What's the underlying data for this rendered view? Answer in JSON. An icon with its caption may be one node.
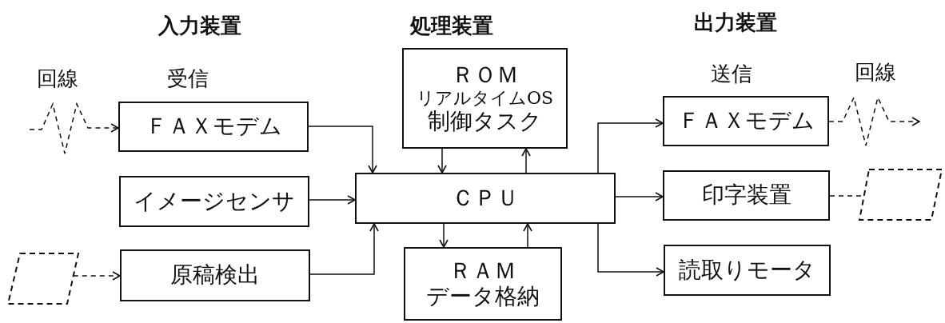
{
  "diagram": {
    "nodes": [
      {
        "text": [
          "ＦＡＸモデム"
        ],
        "beside": [
          "受信"
        ]
      },
      {
        "text": [
          "イメージセンサ"
        ]
      },
      {
        "text": [
          "原稿検出"
        ]
      },
      {
        "text": [
          "ＲＯＭ",
          "リアルタイムOS",
          "制御タスク"
        ]
      },
      {
        "text": [
          "ＣＰＵ"
        ]
      },
      {
        "text": [
          "ＲＡＭ",
          "データ格納"
        ]
      },
      {
        "text": [
          "ＦＡＸモデム"
        ],
        "beside": [
          "送信"
        ]
      },
      {
        "text": [
          "印字装置"
        ]
      },
      {
        "text": [
          "読取りモータ"
        ]
      },
      {
        "text": [],
        "shape": "parallelogram"
      },
      {
        "text": [],
        "shape": "parallelogram"
      }
    ],
    "edges": [
      {
        "from": null,
        "to": 0,
        "arrow": "to",
        "style": "dashed"
      },
      {
        "from": 9,
        "to": 2,
        "arrow": "to",
        "style": "dashed"
      },
      {
        "from": 0,
        "to": 4,
        "arrow": "to"
      },
      {
        "from": 1,
        "to": 4,
        "arrow": "to"
      },
      {
        "from": 2,
        "to": 4,
        "arrow": "to"
      },
      {
        "from": 3,
        "to": 4,
        "arrow": "to"
      },
      {
        "from": 4,
        "to": 3,
        "arrow": "to"
      },
      {
        "from": 4,
        "to": 5,
        "arrow": "to"
      },
      {
        "from": 5,
        "to": 4,
        "arrow": "to"
      },
      {
        "from": 4,
        "to": 6,
        "arrow": "to"
      },
      {
        "from": 4,
        "to": 7,
        "arrow": "to"
      },
      {
        "from": 4,
        "to": 8,
        "arrow": "to"
      },
      {
        "from": 6,
        "to": null,
        "arrow": "to",
        "style": "dashed"
      },
      {
        "from": 7,
        "to": 10,
        "arrow": "none",
        "style": "dashed"
      }
    ],
    "labels": [
      "入力装置",
      "処理装置",
      "出力装置",
      "回線",
      "回線"
    ]
  }
}
